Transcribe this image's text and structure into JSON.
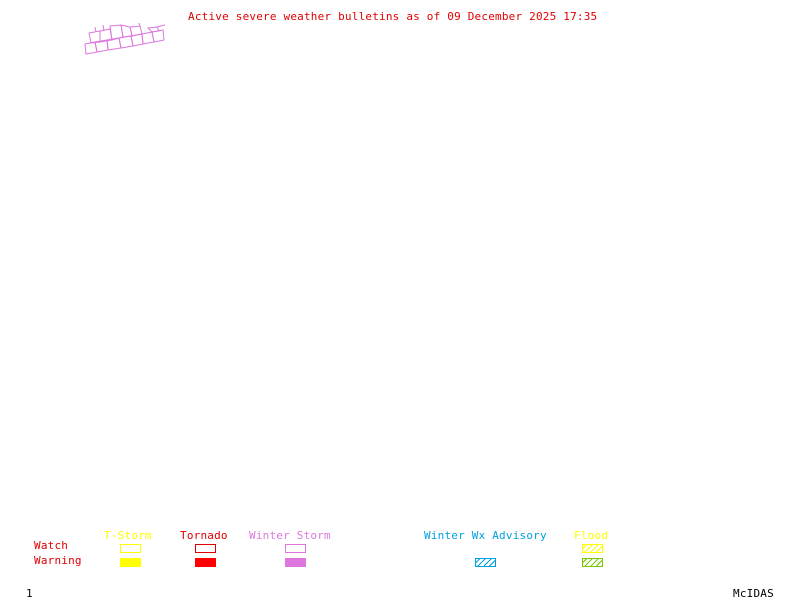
{
  "title": "Active severe weather bulletins as of 09 December 2025 17:35",
  "colors": {
    "title": "#e00000",
    "tstorm": "#ffff00",
    "tornado": "#ff0000",
    "winter_storm": "#dd77dd",
    "winter_advisory": "#00a0e0",
    "flood_watch": "#ffff00",
    "flood_warning": "#77cc00"
  },
  "map": {
    "polygons": [
      {
        "type": "Winter Storm",
        "status": "Watch",
        "color": "#dd77dd"
      }
    ]
  },
  "legend": {
    "row_labels": {
      "watch": "Watch",
      "warning": "Warning"
    },
    "columns": [
      {
        "label": "T-Storm",
        "color": "#ffff00",
        "watch": "outline",
        "warning": "filled"
      },
      {
        "label": "Tornado",
        "color": "#ff0000",
        "watch": "outline",
        "warning": "filled"
      },
      {
        "label": "Winter Storm",
        "color": "#dd77dd",
        "watch": "outline",
        "warning": "filled"
      },
      {
        "label": "Winter Wx Advisory",
        "color": "#00a0e0",
        "watch": "none",
        "warning": "hatched"
      },
      {
        "label": "Flood",
        "color": "#ffff00",
        "watch": "hatched",
        "warning": "hatched",
        "warning_color": "#77cc00"
      }
    ]
  },
  "footer": {
    "frame_number": "1",
    "brand": "McIDAS"
  }
}
